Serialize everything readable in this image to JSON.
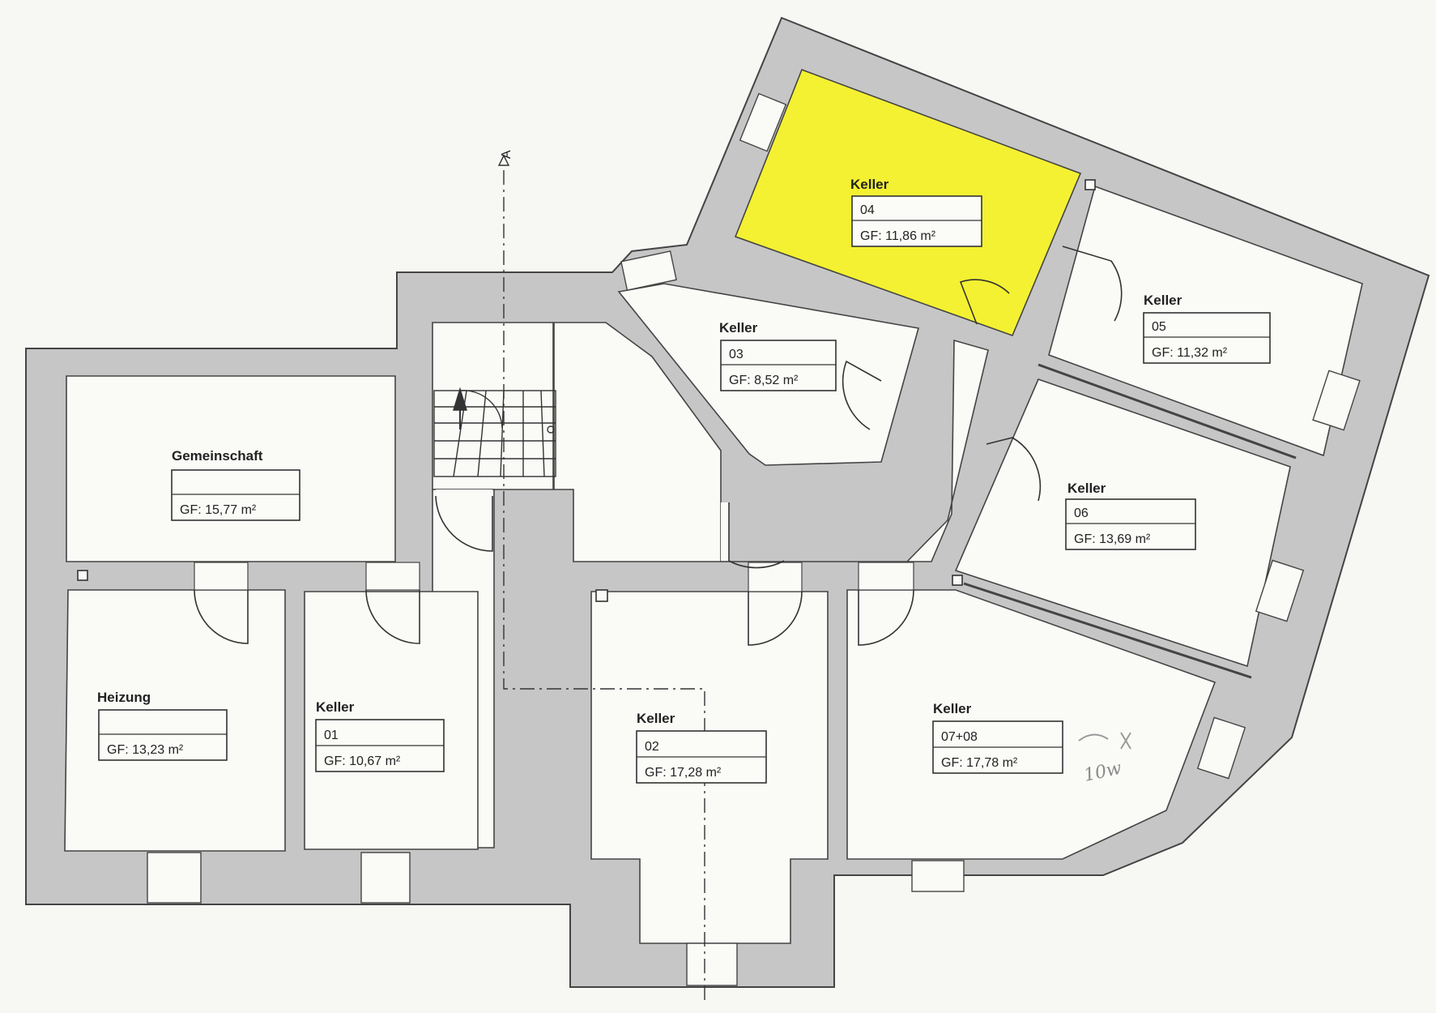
{
  "rooms": {
    "keller_04": {
      "title": "Keller",
      "number": "04",
      "area": "GF: 11,86 m²",
      "highlight_color": "#f4f132"
    },
    "keller_03": {
      "title": "Keller",
      "number": "03",
      "area": "GF: 8,52 m²"
    },
    "keller_05": {
      "title": "Keller",
      "number": "05",
      "area": "GF: 11,32 m²"
    },
    "keller_06": {
      "title": "Keller",
      "number": "06",
      "area": "GF: 13,69 m²"
    },
    "gemeinschaft": {
      "title": "Gemeinschaft",
      "number": "",
      "area": "GF: 15,77 m²"
    },
    "heizung": {
      "title": "Heizung",
      "number": "",
      "area": "GF: 13,23 m²"
    },
    "keller_01": {
      "title": "Keller",
      "number": "01",
      "area": "GF: 10,67 m²"
    },
    "keller_02": {
      "title": "Keller",
      "number": "02",
      "area": "GF: 17,28 m²"
    },
    "keller_0708": {
      "title": "Keller",
      "number": "07+08",
      "area": "GF: 17,78 m²"
    }
  },
  "section_marker": "A",
  "handwritten_note": "10w",
  "colors": {
    "wall": "#c6c6c6",
    "wall_edge": "#444444",
    "floor": "#fafaf7",
    "highlight": "#f4f132"
  }
}
